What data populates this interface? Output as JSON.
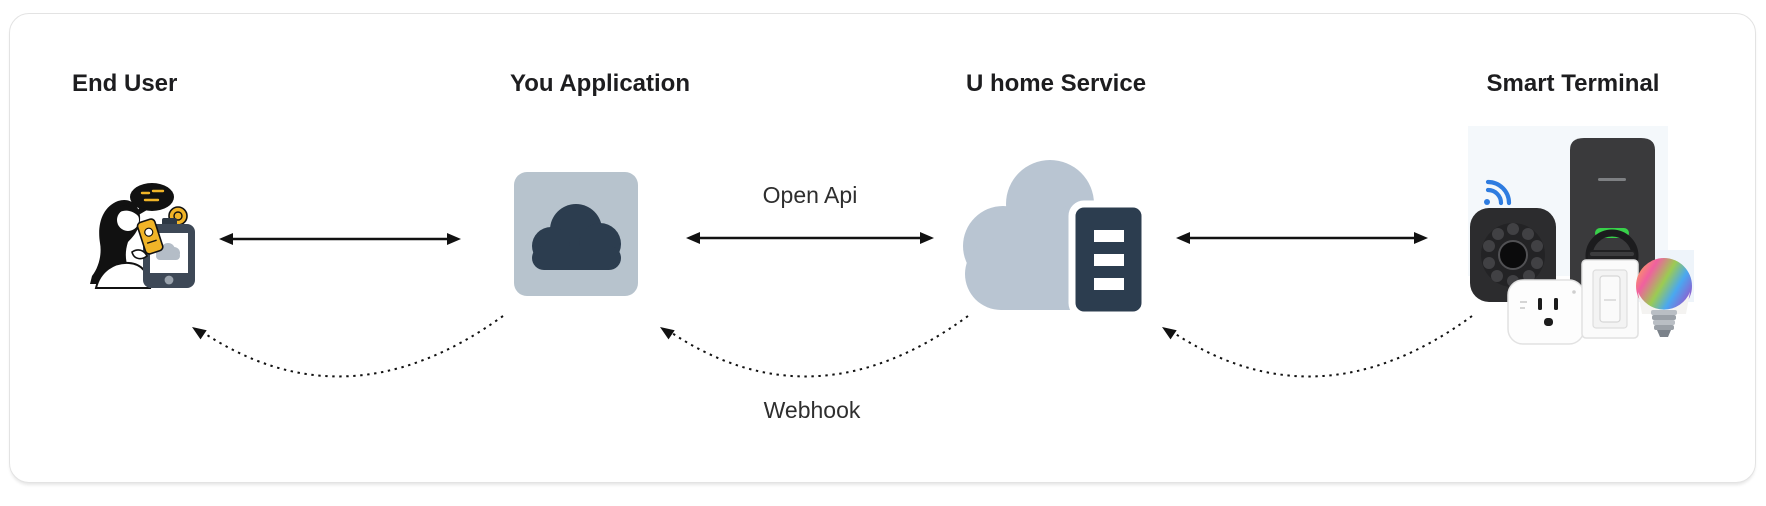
{
  "nodes": [
    {
      "id": "end-user",
      "label": "End User",
      "icon": "end-user-illustration"
    },
    {
      "id": "you-application",
      "label": "You Application",
      "icon": "cloud-app-icon"
    },
    {
      "id": "u-home-service",
      "label": "U home Service",
      "icon": "cloud-server-icon"
    },
    {
      "id": "smart-terminal",
      "label": "Smart Terminal",
      "icon": "smart-devices-collage"
    }
  ],
  "connections": {
    "open_api_label": "Open Api",
    "webhook_label": "Webhook",
    "solid_links": [
      {
        "from": "end-user",
        "to": "you-application",
        "style": "solid-double-arrow"
      },
      {
        "from": "you-application",
        "to": "u-home-service",
        "style": "solid-double-arrow"
      },
      {
        "from": "u-home-service",
        "to": "smart-terminal",
        "style": "solid-double-arrow"
      }
    ],
    "dotted_links": [
      {
        "from": "you-application",
        "to": "end-user",
        "style": "dotted-curved-arrow"
      },
      {
        "from": "u-home-service",
        "to": "you-application",
        "style": "dotted-curved-arrow"
      },
      {
        "from": "smart-terminal",
        "to": "u-home-service",
        "style": "dotted-curved-arrow"
      }
    ]
  },
  "colors": {
    "panel_border": "#e3e3e3",
    "title_text": "#1d1d1f",
    "label_text": "#2e2e2e",
    "arrow": "#111111",
    "icon_light_blue_gray": "#b7c3cd",
    "icon_dark_navy": "#2c3d4f",
    "wifi_blue": "#2e7ce0",
    "led_green": "#38d14a",
    "illustration_yellow": "#f0b428"
  }
}
